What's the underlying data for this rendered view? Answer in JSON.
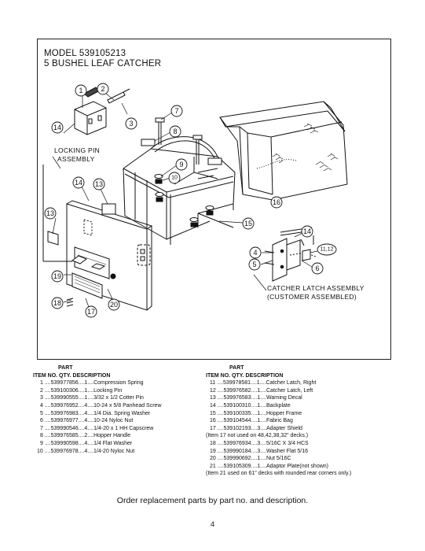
{
  "title": {
    "line1": "MODEL  539105213",
    "line2": "5 BUSHEL LEAF CATCHER"
  },
  "diagram": {
    "callouts": {
      "c1": "1",
      "c2": "2",
      "c3": "3",
      "c4": "4",
      "c5": "5",
      "c6": "6",
      "c7": "7",
      "c8": "8",
      "c9": "9",
      "c10": "10",
      "c1112": "11,12",
      "c13a": "13",
      "c13b": "13",
      "c14a": "14",
      "c14b": "14",
      "c14c": "14",
      "c15": "15",
      "c16": "16",
      "c17": "17",
      "c18": "18",
      "c19": "19",
      "c20": "20"
    },
    "locking_pin_line1": "LOCKING PIN",
    "locking_pin_line2": "ASSEMBLY",
    "catcher_latch_line1": "CATCHER LATCH ASSEMBLY",
    "catcher_latch_line2": "(CUSTOMER ASSEMBLED)"
  },
  "parts_left": {
    "part_header": "PART",
    "columns": "ITEM    NO.     QTY.  DESCRIPTION",
    "rows": [
      "1 ....539977856....1....Compression Spring",
      "2 ....539100306....1....Locking Pin",
      "3 ....539990555....1....3/32 x 1/2 Cotter Pin",
      "4 ....539976952....4....10-24 x 5/8 Panhead Screw",
      "5 ....539976983....4....1/4 Dia. Spring Washer",
      "6 ....539976977....4....10-24 Nyloc Nut",
      "7 ....539990546....4....1/4-20 x 1 HH Capscrew",
      "8 ....539976585....2....Hopper Handle",
      "9 ....539990598....4....1/4 Flat Washer",
      "10 ....539976978....4....1/4-20 Nyloc Nut"
    ]
  },
  "parts_right": {
    "part_header": "PART",
    "columns": "ITEM    NO.     QTY.  DESCRIPTION",
    "rows": [
      "11 ....539978581....1....Catcher Latch, Right",
      "12 ....539976582....1....Catcher Latch, Left",
      "13 ....539976583....1....Warning Decal",
      "14 ....539100310....1....Backplate",
      "15 ....539100335....1....Hopper Frame",
      "16 ....539104544....1....Fabric Bag",
      "17 ....539102193....3....Adapter Shield"
    ],
    "note1": "(Item 17 not used on 48,42,38,32\" decks.)",
    "rows2": [
      "18 ....539976934....3....5/16C X 3/4 HCS",
      "19 ....539990184....3....Washer Flat 5/16",
      "20 ....539990692....1....Nut 5/16C",
      "21 ....539105309....1....Adaptor Plate(not shown)"
    ],
    "note2": "(Item 21 used on  61\" decks with rounded rear corners only.)"
  },
  "footer": "Order replacement  parts by part no. and description.",
  "page_number": "4"
}
